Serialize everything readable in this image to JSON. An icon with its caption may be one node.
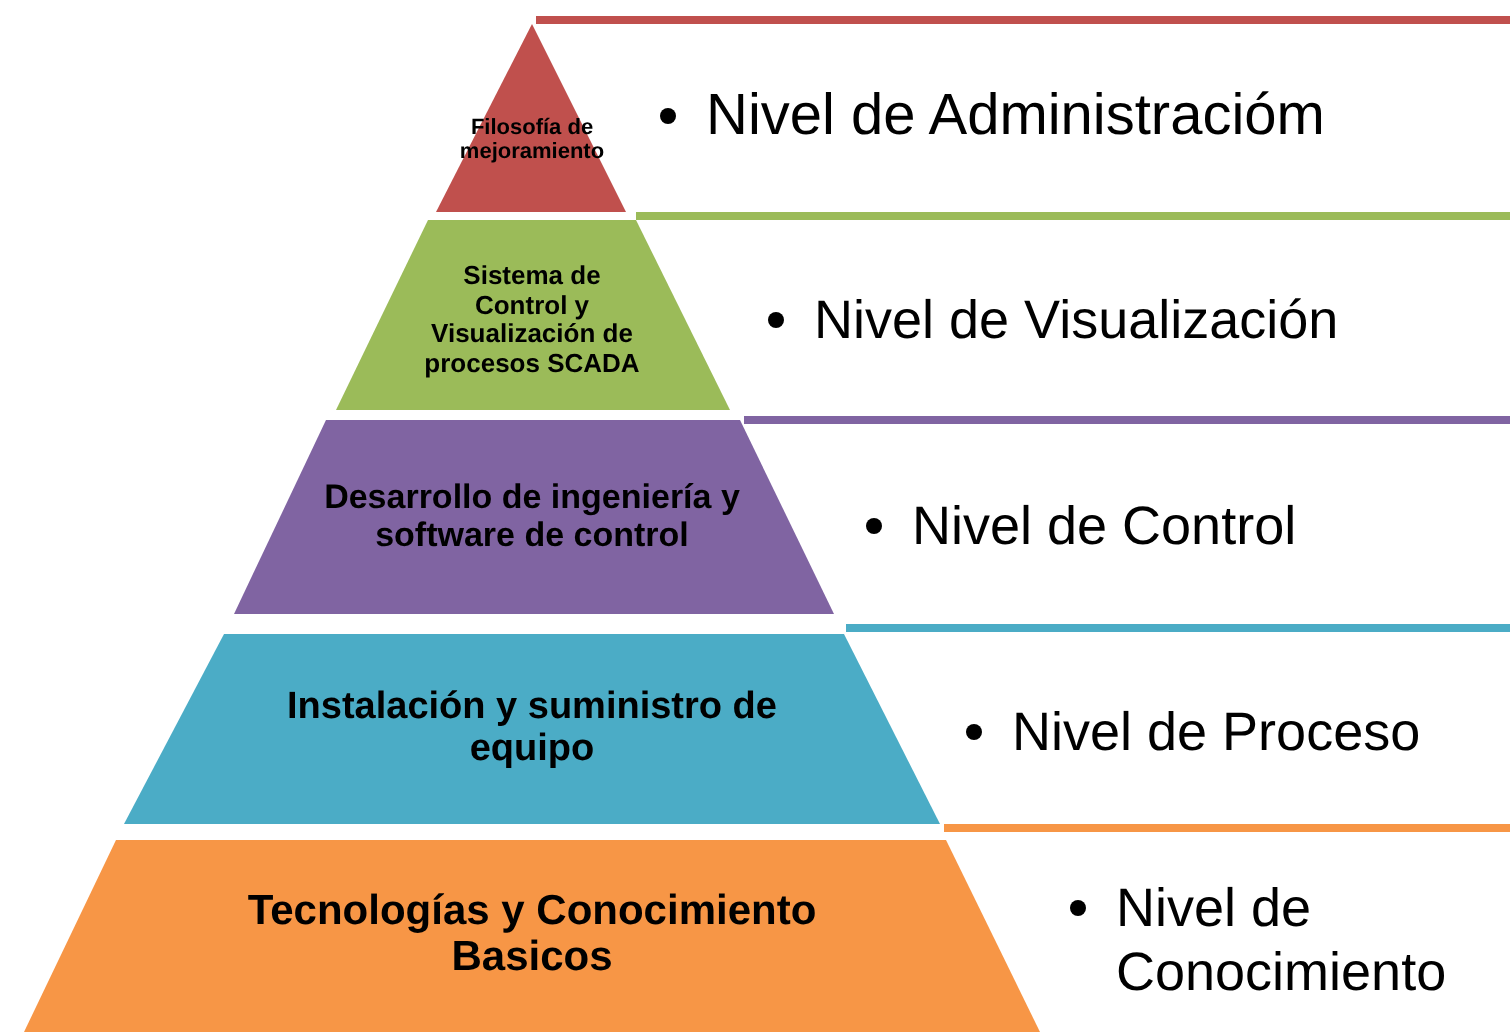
{
  "diagram": {
    "nodes": [
      {
        "text": [
          "Filosofía de mejoramiento"
        ],
        "beside": [
          "Nivel de Administracióm"
        ]
      },
      {
        "text": [
          "Sistema de Control y Visualización de procesos SCADA"
        ],
        "beside": [
          "Nivel de Visualización"
        ]
      },
      {
        "text": [
          "Desarrollo de ingeniería y software de control"
        ],
        "beside": [
          "Nivel de Control"
        ]
      },
      {
        "text": [
          "Instalación y suministro de equipo"
        ],
        "beside": [
          "Nivel de Proceso"
        ]
      },
      {
        "text": [
          "Tecnologías y Conocimiento Basicos"
        ],
        "beside": [
          "Nivel de Conocimiento"
        ]
      }
    ]
  }
}
